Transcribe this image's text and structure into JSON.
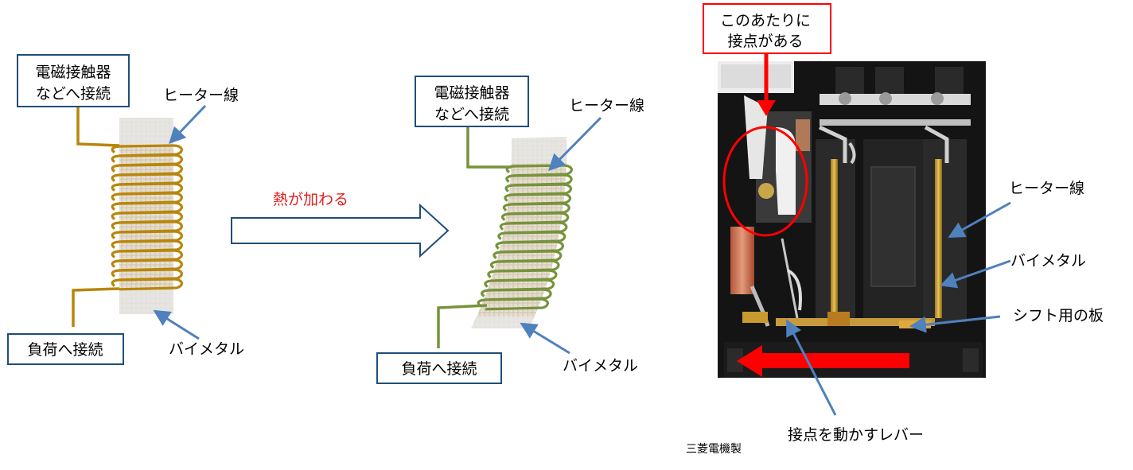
{
  "left_diagram": {
    "top_box": [
      "電磁接触器",
      "などへ接続"
    ],
    "heater_label": "ヒーター線",
    "bottom_box": "負荷へ接続",
    "bimetal_label": "バイメタル"
  },
  "arrow_label": "熱が加わる",
  "middle_diagram": {
    "top_box": [
      "電磁接触器",
      "などへ接続"
    ],
    "heater_label": "ヒーター線",
    "bottom_box": "負荷へ接続",
    "bimetal_label": "バイメタル"
  },
  "photo": {
    "contact_box": [
      "このあたりに",
      "接点がある"
    ],
    "heater_label": "ヒーター線",
    "bimetal_label": "バイメタル",
    "shift_plate_label": "シフト用の板",
    "lever_label": "接点を動かすレバー",
    "credit": "三菱電機製"
  },
  "colors": {
    "box_border": "#1f4e79",
    "pointer_arrow": "#4f81bd",
    "coil_brown": "#b8860b",
    "coil_green": "#77933c",
    "accent_red": "#e0201c"
  }
}
